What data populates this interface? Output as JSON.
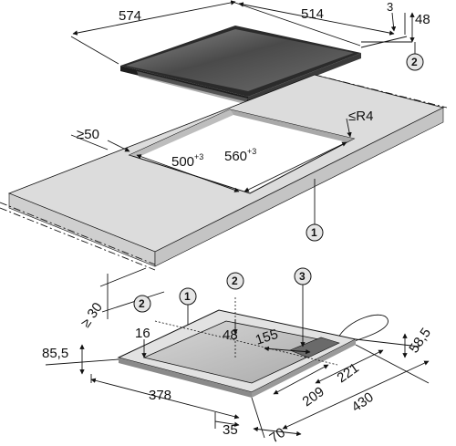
{
  "top_view": {
    "width": "574",
    "depth": "514",
    "frame_thickness": "3",
    "height": "48",
    "callout": "2"
  },
  "cutout": {
    "min_distance": "≥50",
    "corner_radius": "≤R4",
    "width": "500",
    "width_tolerance": "+3",
    "depth": "560",
    "depth_tolerance": "+3",
    "callout": "1"
  },
  "worktop": {
    "min_height": "≥ 30"
  },
  "bottom_view": {
    "callout_left": "2",
    "callout_center_left": "1",
    "callout_center": "2",
    "callout_cable": "3",
    "dim_16": "16",
    "dim_48": "48",
    "dim_155": "155",
    "dim_85_5": "85,5",
    "dim_58_5": "58,5",
    "dim_378": "378",
    "dim_221": "221",
    "dim_209": "209",
    "dim_430": "430",
    "dim_35": "35",
    "dim_70": "70"
  },
  "colors": {
    "worktop": "#dcdcdc",
    "glass": "#5b5b5b",
    "glass_highlight": "#a8a8a8",
    "frame": "#2a2a2a",
    "underside": "#bdbdbd",
    "callout_fill": "#e6e6e6"
  }
}
